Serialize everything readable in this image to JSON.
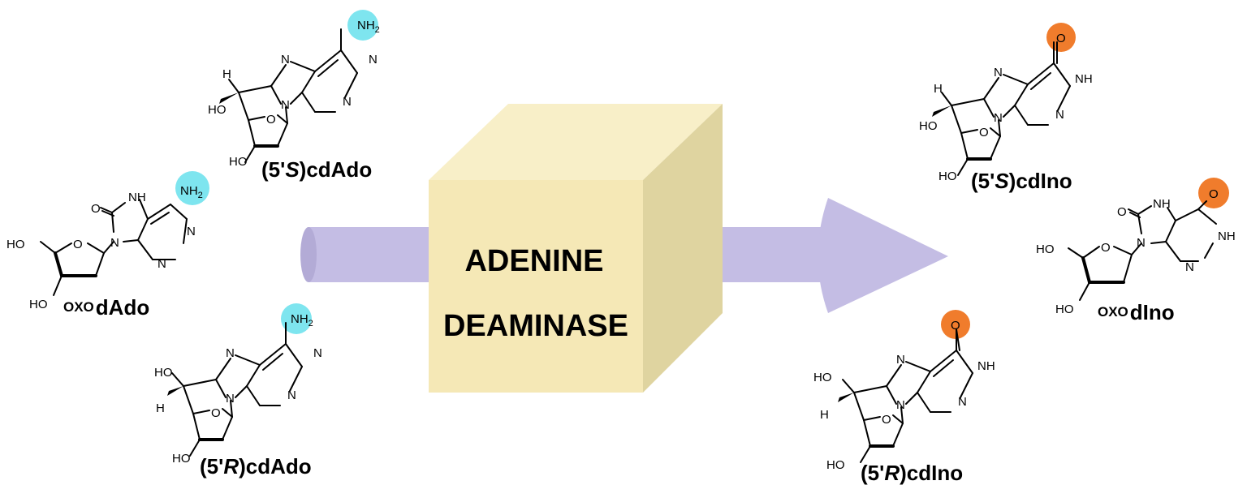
{
  "enzyme": {
    "line1": "ADENINE",
    "line2": "DEAMINASE"
  },
  "colors": {
    "amine_highlight": "#7ee5ef",
    "carbonyl_highlight": "#f07c2c",
    "box_front": "#f5e8b6",
    "box_top": "#f8efc8",
    "box_side": "#dfd4a0",
    "arrow": "#c4bde4"
  },
  "substrates": {
    "s_cdAdo": {
      "pre": "(5'",
      "stereo": "S",
      "post": ")cdAdo"
    },
    "oxo_dAdo": {
      "sup": "OXO",
      "name": "dAdo"
    },
    "r_cdAdo": {
      "pre": "(5'",
      "stereo": "R",
      "post": ")cdAdo"
    }
  },
  "products": {
    "s_cdIno": {
      "pre": "(5'",
      "stereo": "S",
      "post": ")cdIno"
    },
    "oxo_dIno": {
      "sup": "OXO",
      "name": "dIno"
    },
    "r_cdIno": {
      "pre": "(5'",
      "stereo": "R",
      "post": ")cdIno"
    }
  },
  "atoms": {
    "amine": "NH2",
    "amine_base": "NH",
    "amine_sub": "2",
    "oxygen": "O",
    "nitrogen": "N",
    "nh": "NH",
    "hydroxyl": "HO",
    "hydrogen": "H"
  }
}
